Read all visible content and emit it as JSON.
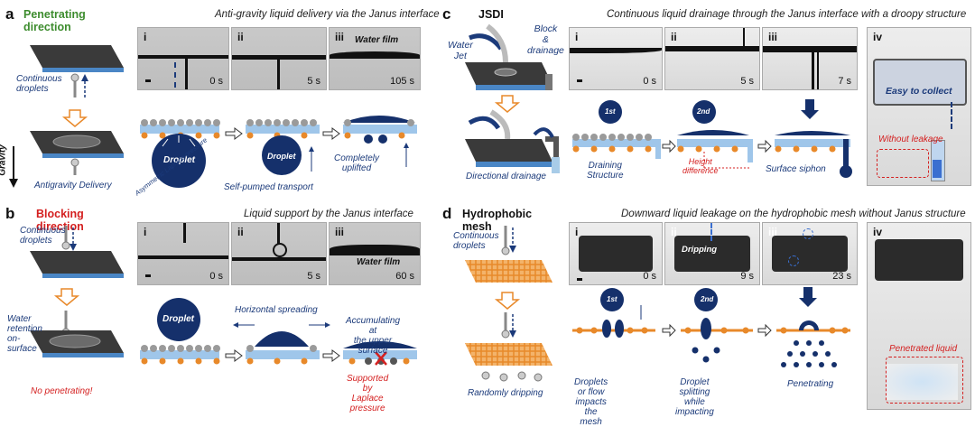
{
  "panel_a": {
    "label": "a",
    "title": "Penetrating direction",
    "desc": "Anti-gravity liquid delivery via the Janus interface",
    "frames": [
      {
        "roman": "i",
        "time": "0 s",
        "note": ""
      },
      {
        "roman": "ii",
        "time": "5 s",
        "note": ""
      },
      {
        "roman": "iii",
        "time": "105 s",
        "note": "Water film"
      }
    ],
    "left_caps": {
      "droplets": "Continuous\ndroplets",
      "gravity": "Gravity",
      "delivery": "Antigravity Delivery"
    },
    "diagram": {
      "droplet": "Droplet",
      "laplace": "Asymmetric Laplace pressure",
      "pumped_droplet": "Droplet",
      "pumped": "Self-pumped transport",
      "uplifted": "Completely\nuplifted"
    }
  },
  "panel_b": {
    "label": "b",
    "title": "Blocking direction",
    "desc": "Liquid support by the Janus interface",
    "frames": [
      {
        "roman": "i",
        "time": "0 s",
        "note": ""
      },
      {
        "roman": "ii",
        "time": "5 s",
        "note": ""
      },
      {
        "roman": "iii",
        "time": "60 s",
        "note": "Water film"
      }
    ],
    "left_caps": {
      "droplets": "Continuous\ndroplets",
      "retention": "Water retention\non-surface",
      "no_pen": "No penetrating!"
    },
    "diagram": {
      "droplet": "Droplet",
      "spreading": "Horizontal spreading",
      "accum": "Accumulating at\nthe upper surface",
      "supported": "Supported by\nLaplace pressure"
    }
  },
  "panel_c": {
    "label": "c",
    "title": "JSDI",
    "desc": "Continuous liquid drainage through the Janus interface with a  droopy structure",
    "frames": [
      {
        "roman": "i",
        "time": "0 s"
      },
      {
        "roman": "ii",
        "time": "5 s"
      },
      {
        "roman": "iii",
        "time": "7 s"
      },
      {
        "roman": "iv",
        "time": ""
      }
    ],
    "left_caps": {
      "jet": "Water\nJet",
      "block": "Block\n&\ndrainage",
      "directional": "Directional drainage"
    },
    "photo_iv": {
      "collect": "Easy to collect",
      "leak": "Without leakage"
    },
    "diagram": {
      "first": "1st",
      "second": "2nd",
      "draining": "Draining\nStructure",
      "height": "Height\ndifference",
      "siphon": "Surface siphon"
    }
  },
  "panel_d": {
    "label": "d",
    "title": "Hydrophobic mesh",
    "desc": "Downward liquid leakage on the hydrophobic mesh without Janus structure",
    "frames": [
      {
        "roman": "i",
        "time": "0 s"
      },
      {
        "roman": "ii",
        "time": "9 s"
      },
      {
        "roman": "iii",
        "time": "23 s"
      },
      {
        "roman": "iv",
        "time": ""
      }
    ],
    "left_caps": {
      "droplets": "Continuous\ndroplets",
      "random": "Randomly dripping"
    },
    "photo_ii_note": "Dripping",
    "photo_iv": {
      "leak": "Penetrated liquid"
    },
    "diagram": {
      "first": "1st",
      "second": "2nd",
      "impacts": "Droplets or flow\nimpacts the mesh",
      "splitting": "Droplet splitting\nwhile impacting",
      "penetrating": "Penetrating"
    }
  },
  "colors": {
    "navy": "#1b3a7a",
    "green": "#3d8c2e",
    "red": "#d42020",
    "orange": "#e8892a",
    "blue_layer": "#9fc6ea",
    "mesh_grey": "#9a9a9a"
  }
}
